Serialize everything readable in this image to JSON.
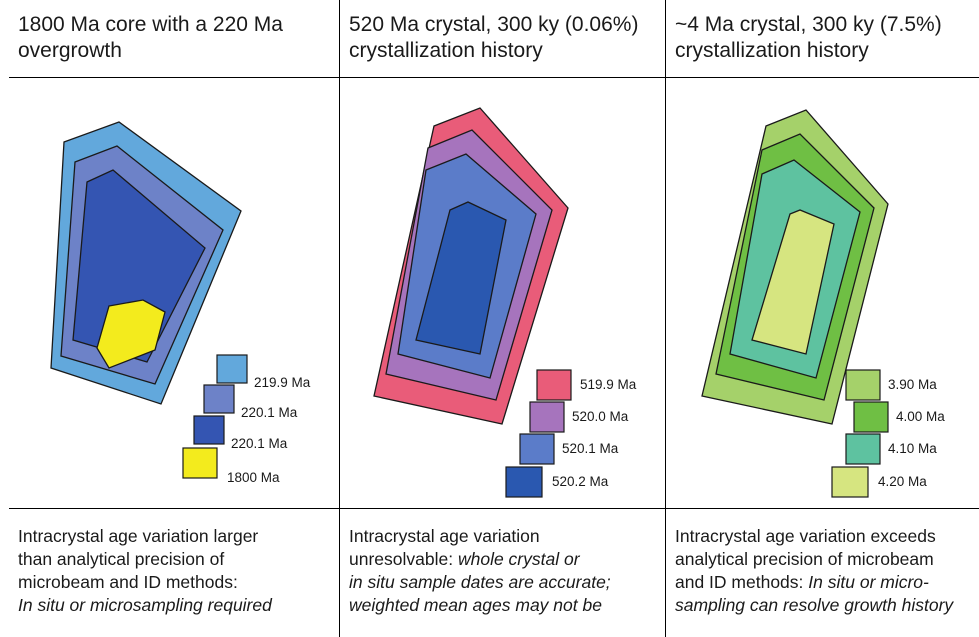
{
  "panels": [
    {
      "header": [
        "1800 Ma core with a 220 Ma",
        "overgrowth"
      ],
      "footer": [
        {
          "text": "Intracrystal age variation larger",
          "italic": false
        },
        {
          "text": "than analytical precision of",
          "italic": false
        },
        {
          "text": "microbeam and ID methods:",
          "italic": false
        },
        {
          "text": "In situ or microsampling required",
          "italic": true
        }
      ],
      "legend": [
        {
          "label": "219.9 Ma",
          "color": "#62a8dc"
        },
        {
          "label": "220.1 Ma",
          "color": "#6d82c8"
        },
        {
          "label": "220.1 Ma",
          "color": "#3455b2"
        },
        {
          "label": "1800 Ma",
          "color": "#f3eb1d"
        }
      ]
    },
    {
      "header": [
        "520 Ma crystal, 300 ky (0.06%)",
        "crystallization history"
      ],
      "footer": [
        {
          "text": "Intracrystal age variation",
          "italic": false
        },
        {
          "text": "unresolvable: whole crystal or",
          "italic": false,
          "italic_from": "whole crystal or"
        },
        {
          "text": "in situ sample dates are  accurate;",
          "italic": true
        },
        {
          "text": "weighted mean ages may not be",
          "italic": true
        }
      ],
      "legend": [
        {
          "label": "519.9 Ma",
          "color": "#e95c79"
        },
        {
          "label": "520.0 Ma",
          "color": "#a674bd"
        },
        {
          "label": "520.1 Ma",
          "color": "#5b7cc9"
        },
        {
          "label": "520.2 Ma",
          "color": "#2a58b0"
        }
      ]
    },
    {
      "header": [
        "~4 Ma crystal, 300 ky (7.5%)",
        "crystallization history"
      ],
      "footer": [
        {
          "text": "Intracrystal age variation exceeds",
          "italic": false
        },
        {
          "text": "analytical precision of microbeam",
          "italic": false
        },
        {
          "text": "and ID methods: In situ or micro-",
          "italic": false,
          "italic_from": "In situ or micro-"
        },
        {
          "text": "sampling can resolve growth history",
          "italic": true
        }
      ],
      "legend": [
        {
          "label": "3.90 Ma",
          "color": "#a5d16a"
        },
        {
          "label": "4.00 Ma",
          "color": "#6fbf44"
        },
        {
          "label": "4.10 Ma",
          "color": "#5ec2a0"
        },
        {
          "label": "4.20 Ma",
          "color": "#d6e580"
        }
      ]
    }
  ],
  "colors": {
    "outline": "#1a1a1a",
    "p1_layers": [
      "#62a8dc",
      "#6d82c8",
      "#3455b2",
      "#f3eb1d"
    ],
    "p2_layers": [
      "#e95c79",
      "#a674bd",
      "#5b7cc9",
      "#2a58b0"
    ],
    "p3_layers": [
      "#a5d16a",
      "#6fbf44",
      "#5ec2a0",
      "#d6e580"
    ]
  }
}
